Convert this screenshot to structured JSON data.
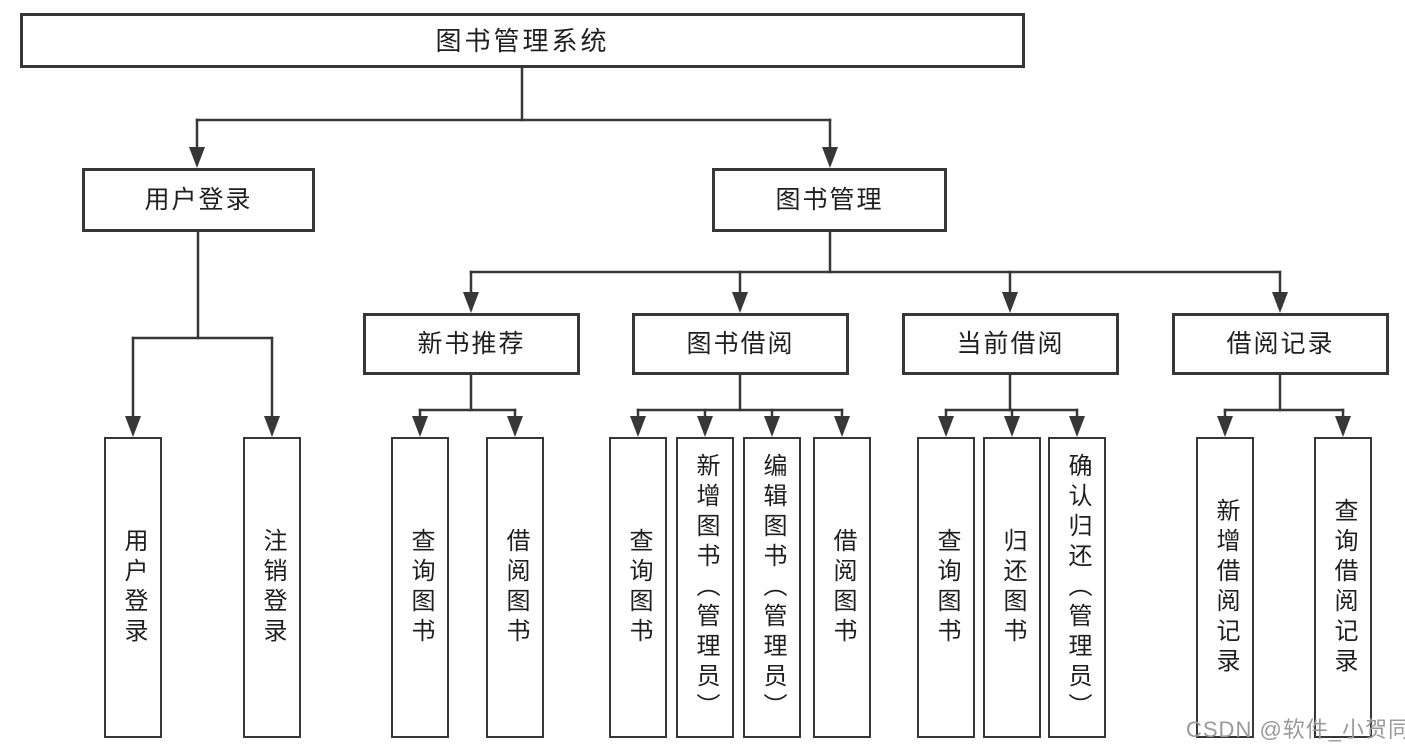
{
  "diagram": {
    "watermark": "CSDN @软件_小贺同学",
    "colors": {
      "line": "#373737",
      "box_border": "#373737",
      "text": "#1f1f1f",
      "watermark": "#9a9a9a",
      "background": "#ffffff"
    },
    "tree": {
      "label": "图书管理系统",
      "children": [
        {
          "label": "用户登录",
          "children": [
            {
              "label": "用户登录"
            },
            {
              "label": "注销登录"
            }
          ]
        },
        {
          "label": "图书管理",
          "children": [
            {
              "label": "新书推荐",
              "children": [
                {
                  "label": "查询图书"
                },
                {
                  "label": "借阅图书"
                }
              ]
            },
            {
              "label": "图书借阅",
              "children": [
                {
                  "label": "查询图书"
                },
                {
                  "label": "新增图书（管理员）"
                },
                {
                  "label": "编辑图书（管理员）"
                },
                {
                  "label": "借阅图书"
                }
              ]
            },
            {
              "label": "当前借阅",
              "children": [
                {
                  "label": "查询图书"
                },
                {
                  "label": "归还图书"
                },
                {
                  "label": "确认归还（管理员）"
                }
              ]
            },
            {
              "label": "借阅记录",
              "children": [
                {
                  "label": "新增借阅记录"
                },
                {
                  "label": "查询借阅记录"
                }
              ]
            }
          ]
        }
      ]
    }
  }
}
